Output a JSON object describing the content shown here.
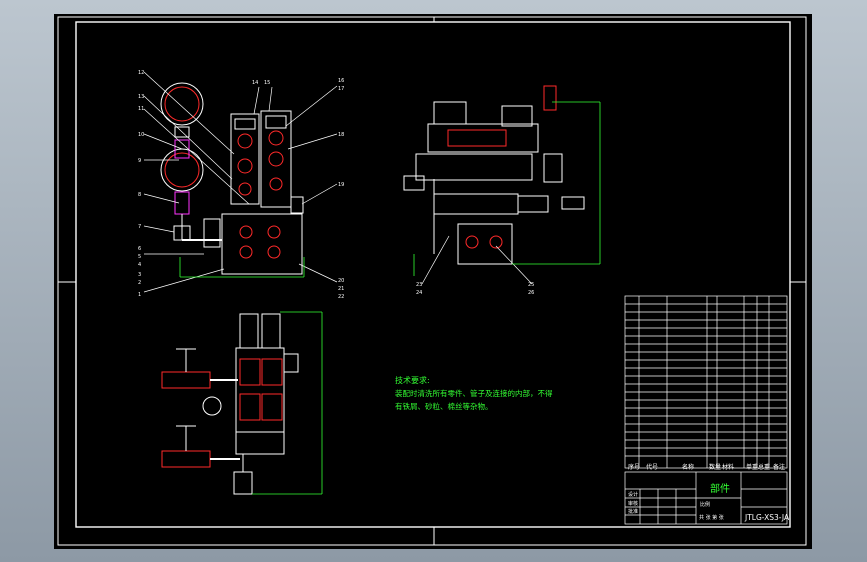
{
  "drawing": {
    "title": "部件",
    "drawing_no": "JTLG-XS3-JA",
    "tech_title": "技术要求:",
    "tech_lines": [
      "装配时清洗所有零件、管子及连接的内部，不得",
      "有铁屑、砂粒、棉丝等杂物。"
    ],
    "front_view_labels": [
      "12",
      "13",
      "11",
      "10",
      "9",
      "8",
      "7",
      "6",
      "5",
      "4",
      "3",
      "2",
      "1",
      "14",
      "15",
      "16",
      "17",
      "18",
      "19",
      "20",
      "21",
      "22"
    ],
    "side_view_labels": [
      "23",
      "24",
      "25",
      "26"
    ],
    "bom_headers": [
      "序号",
      "代号",
      "名称",
      "数量",
      "材料",
      "单重",
      "总重",
      "备注"
    ],
    "title_block": {
      "scale_label": "比例",
      "sheet_label": "共 张 第 张",
      "designer_label": "设计",
      "checker_label": "审核",
      "approver_label": "批准"
    }
  },
  "colors": {
    "frame": "#ffffff",
    "part": "#ffffff",
    "red": "#ff2a2a",
    "green": "#33ff33",
    "magenta": "#ff33ff",
    "cyan": "#33e0ff",
    "yellow": "#ffff33"
  }
}
